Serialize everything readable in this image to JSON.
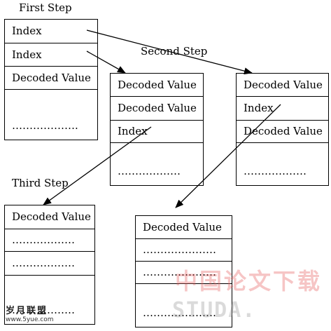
{
  "labels": {
    "first_step": "First Step",
    "second_step": "Second Step",
    "third_step": "Third Step"
  },
  "tables": [
    {
      "cells": [
        "Index",
        "Index",
        "Decoded Value",
        "………………."
      ]
    },
    {
      "cells": [
        "Decoded Value",
        "Decoded Value",
        "Index",
        "………………"
      ]
    },
    {
      "cells": [
        "Decoded Value",
        "Index",
        "Decoded Value",
        "………………"
      ]
    },
    {
      "cells": [
        "Decoded Value",
        "………………",
        "………………",
        "………………"
      ]
    },
    {
      "cells": [
        "Decoded Value",
        "…………………",
        "…………………",
        "…………………"
      ]
    }
  ],
  "watermark": {
    "chinese": "中国论文下载",
    "domain": "STUDA.",
    "logo_text": "岁月联盟",
    "logo_url": "www.5yue.com"
  }
}
